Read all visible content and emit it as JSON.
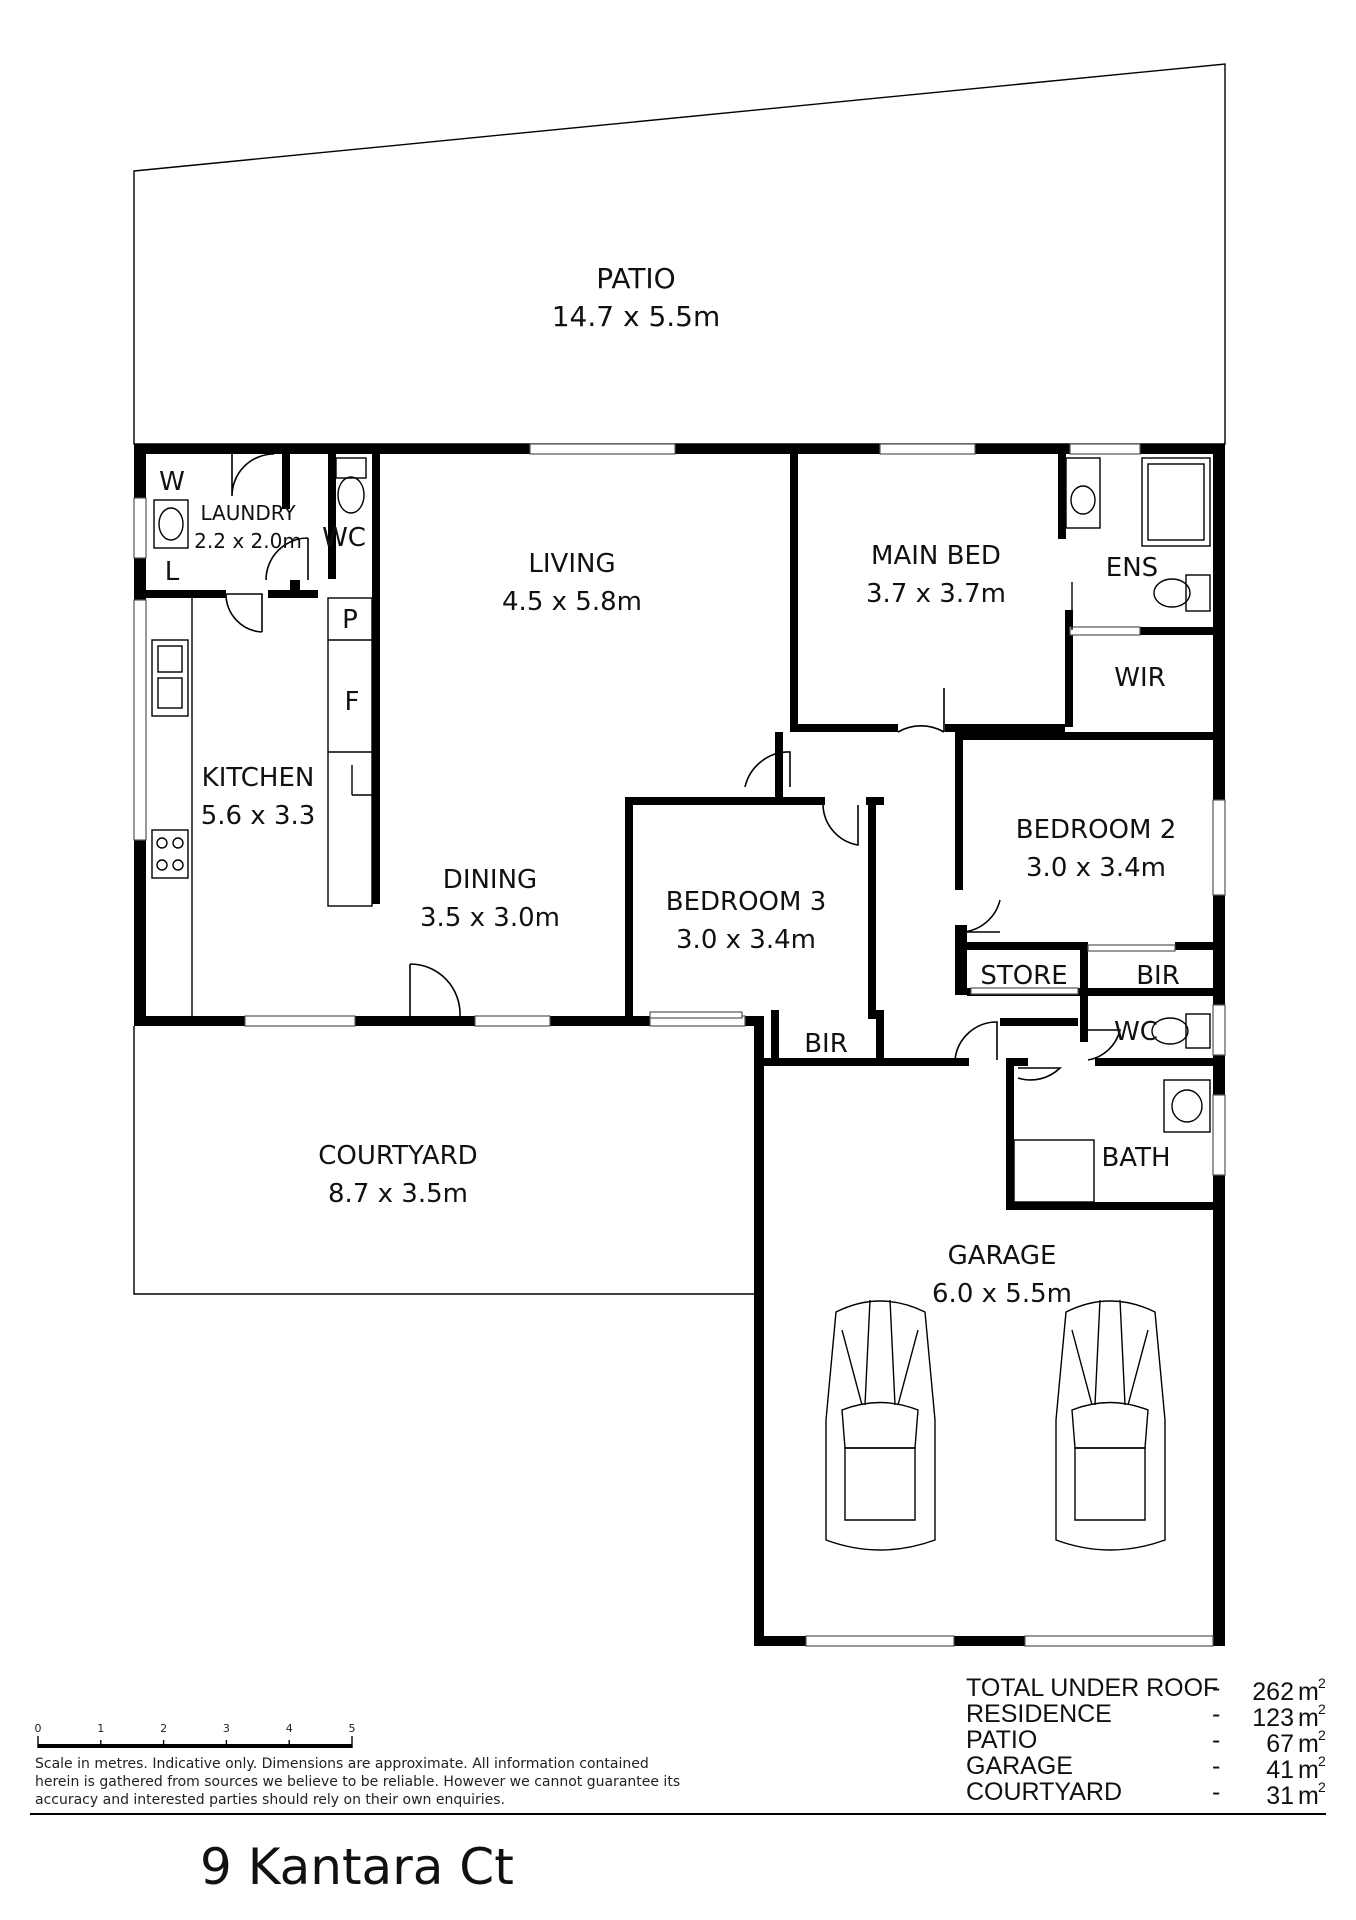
{
  "rooms": {
    "patio": {
      "name": "PATIO",
      "dims": "14.7 x 5.5m"
    },
    "laundry": {
      "name": "LAUNDRY",
      "dims": "2.2 x 2.0m"
    },
    "laundry_w": "W",
    "laundry_l": "L",
    "wc1": "WC",
    "living": {
      "name": "LIVING",
      "dims": "4.5 x 5.8m"
    },
    "main_bed": {
      "name": "MAIN BED",
      "dims": "3.7 x 3.7m"
    },
    "ens": "ENS",
    "wir": "WIR",
    "pantry": "P",
    "fridge": "F",
    "kitchen": {
      "name": "KITCHEN",
      "dims": "5.6 x 3.3"
    },
    "dining": {
      "name": "DINING",
      "dims": "3.5 x 3.0m"
    },
    "bedroom3": {
      "name": "BEDROOM 3",
      "dims": "3.0 x 3.4m"
    },
    "bedroom2": {
      "name": "BEDROOM 2",
      "dims": "3.0 x 3.4m"
    },
    "store": "STORE",
    "bir2": "BIR",
    "bir3": "BIR",
    "wc2": "WC",
    "bath": "BATH",
    "courtyard": {
      "name": "COURTYARD",
      "dims": "8.7 x 3.5m"
    },
    "garage": {
      "name": "GARAGE",
      "dims": "6.0 x 5.5m"
    }
  },
  "areas": [
    {
      "label": "TOTAL UNDER ROOF",
      "value": "262"
    },
    {
      "label": "RESIDENCE",
      "value": "123"
    },
    {
      "label": "PATIO",
      "value": "67"
    },
    {
      "label": "GARAGE",
      "value": "41"
    },
    {
      "label": "COURTYARD",
      "value": "31"
    }
  ],
  "area_dash": "-",
  "area_unit": "m",
  "area_unit_exp": "2",
  "scale": {
    "ticks": [
      "0",
      "1",
      "2",
      "3",
      "4",
      "5"
    ]
  },
  "disclaimer": [
    "Scale in metres. Indicative only. Dimensions are approximate. All information contained",
    "herein is gathered from sources we believe to be reliable. However we cannot guarantee its",
    "accuracy and interested parties should rely on their own enquiries."
  ],
  "address": "9 Kantara Ct"
}
